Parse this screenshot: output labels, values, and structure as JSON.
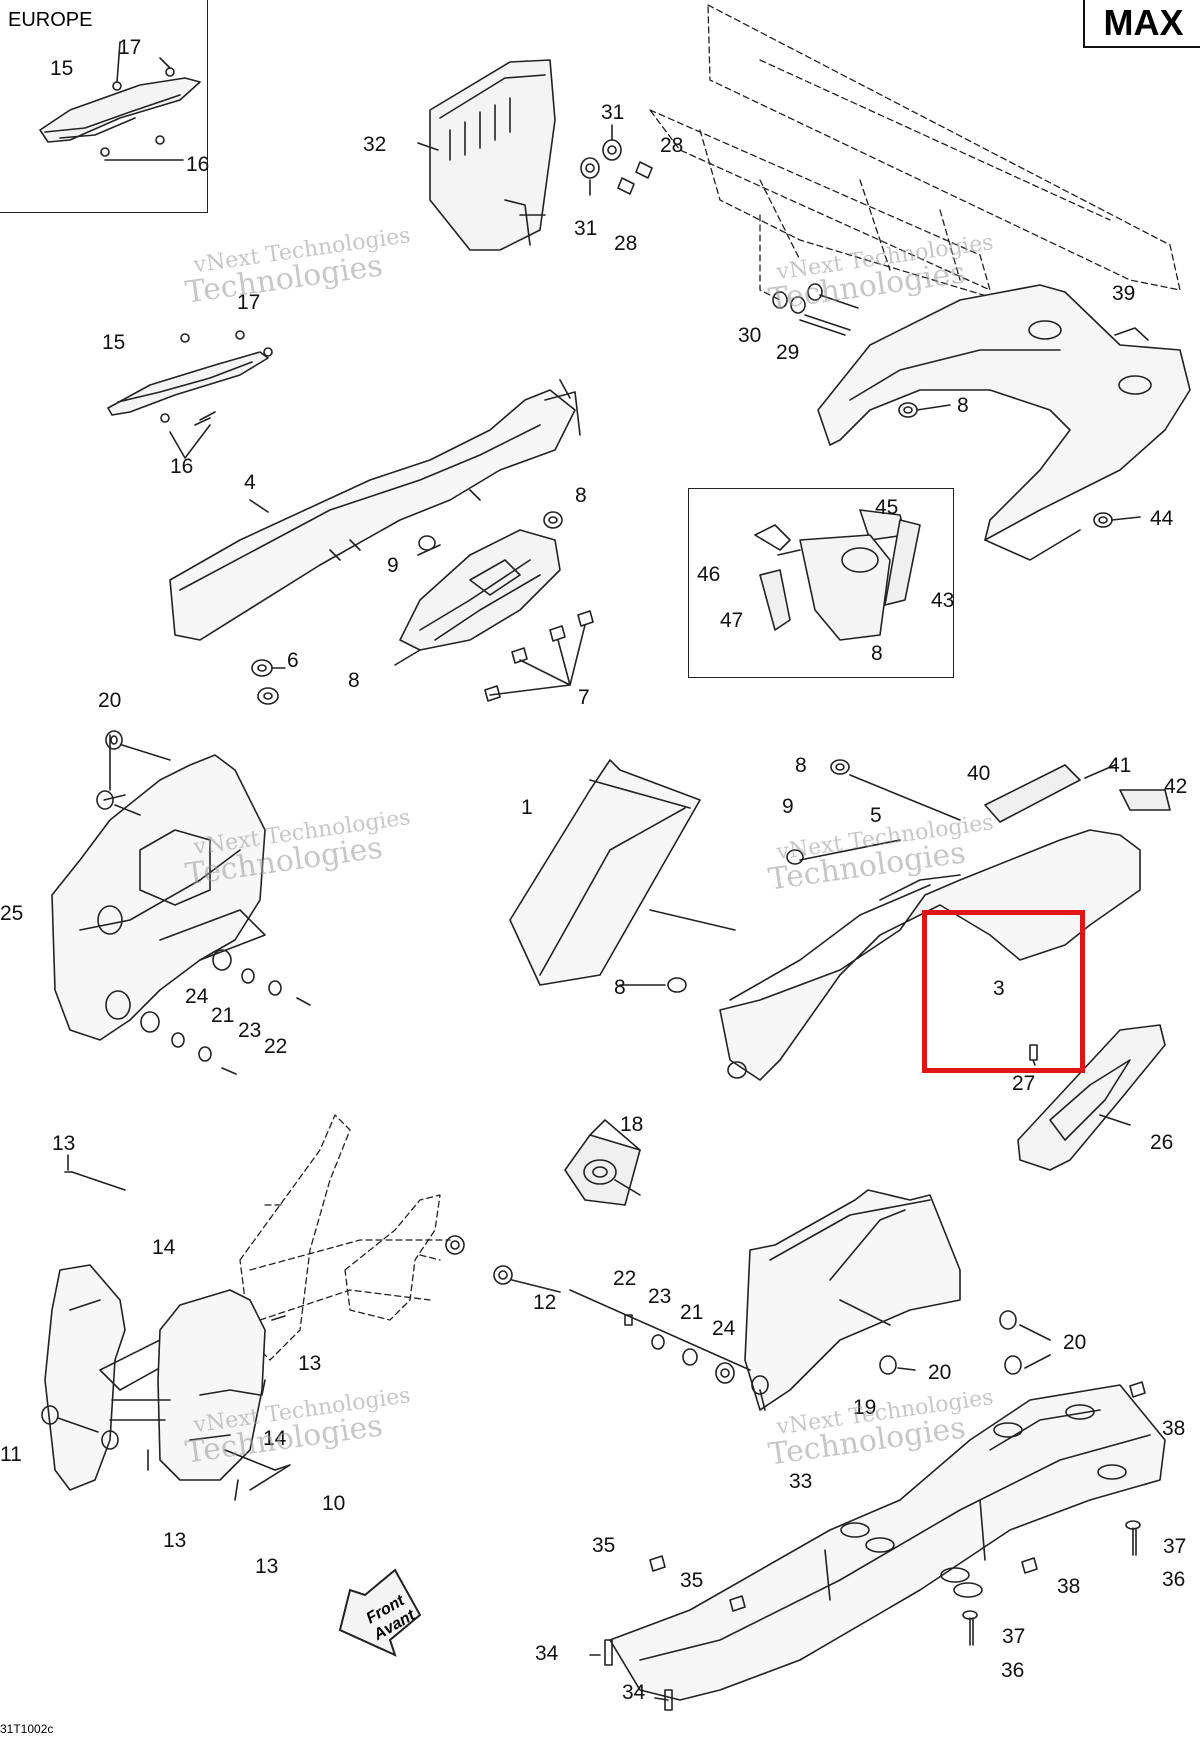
{
  "header": {
    "europe_label": "EUROPE",
    "model_label": "MAX"
  },
  "front_arrow": {
    "line1": "Front",
    "line2": "Avant"
  },
  "footer": {
    "doc_code": "31T1002c"
  },
  "watermark": {
    "line1": "vNext Technologies",
    "line2": "Technologies",
    "color": "#9a9a9a"
  },
  "highlight_color": "#e01515",
  "callouts": [
    "17",
    "15",
    "16",
    "31",
    "32",
    "28",
    "31",
    "28",
    "17",
    "15",
    "16",
    "30",
    "29",
    "39",
    "8",
    "4",
    "8",
    "9",
    "45",
    "46",
    "44",
    "43",
    "47",
    "8",
    "6",
    "8",
    "7",
    "20",
    "8",
    "41",
    "40",
    "42",
    "1",
    "9",
    "5",
    "25",
    "3",
    "24",
    "21",
    "8",
    "23",
    "22",
    "27",
    "26",
    "18",
    "13",
    "14",
    "12",
    "22",
    "23",
    "21",
    "24",
    "20",
    "20",
    "13",
    "19",
    "38",
    "11",
    "14",
    "10",
    "33",
    "13",
    "13",
    "37",
    "35",
    "35",
    "38",
    "36",
    "37",
    "34",
    "36",
    "34"
  ]
}
